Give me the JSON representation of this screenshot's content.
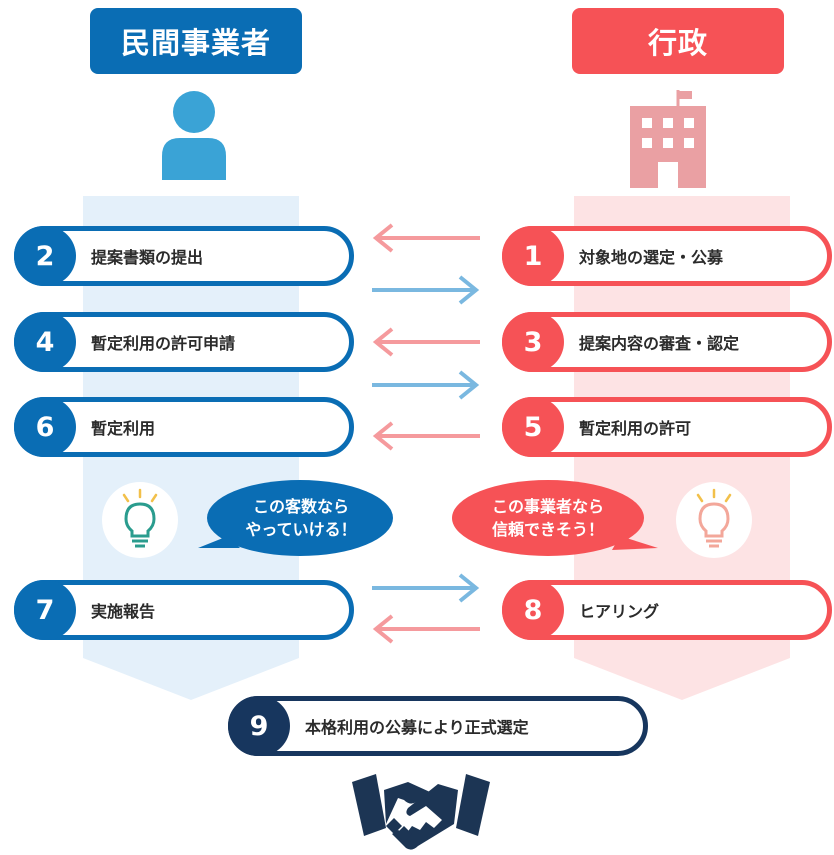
{
  "colors": {
    "private": "#0a6db4",
    "government": "#f65256",
    "final": "#17365e",
    "arrow_blue": "#7ab8e0",
    "arrow_red": "#f59a9d"
  },
  "headers": {
    "private": "民間事業者",
    "government": "行政"
  },
  "private_steps": [
    {
      "num": "2",
      "label": "提案書類の提出"
    },
    {
      "num": "4",
      "label": "暫定利用の許可申請"
    },
    {
      "num": "6",
      "label": "暫定利用"
    },
    {
      "num": "7",
      "label": "実施報告"
    }
  ],
  "government_steps": [
    {
      "num": "1",
      "label": "対象地の選定・公募"
    },
    {
      "num": "3",
      "label": "提案内容の審査・認定"
    },
    {
      "num": "5",
      "label": "暫定利用の許可"
    },
    {
      "num": "8",
      "label": "ヒアリング"
    }
  ],
  "final_step": {
    "num": "9",
    "label": "本格利用の公募により正式選定"
  },
  "bubbles": {
    "private": {
      "line1": "この客数なら",
      "line2": "やっていける！"
    },
    "government": {
      "line1": "この事業者なら",
      "line2": "信頼できそう！"
    }
  },
  "icons": [
    "person-icon",
    "building-icon",
    "lightbulb-icon",
    "handshake-icon",
    "arrow-left-icon",
    "arrow-right-icon"
  ]
}
